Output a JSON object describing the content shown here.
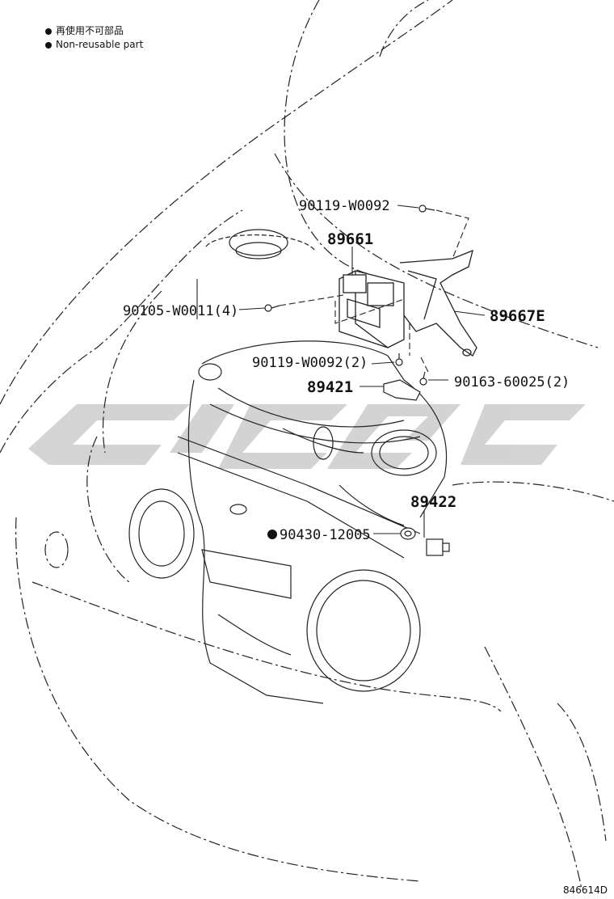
{
  "legend": {
    "non_reusable_cn": "再使用不可部品",
    "non_reusable_en": "Non-reusable part"
  },
  "parts": [
    {
      "id": "p1",
      "label": "90119-W0092"
    },
    {
      "id": "p2",
      "label": "89661"
    },
    {
      "id": "p3",
      "label": "90105-W0011(4)"
    },
    {
      "id": "p4",
      "label": "89667E"
    },
    {
      "id": "p5",
      "label": "90119-W0092(2)"
    },
    {
      "id": "p6",
      "label": "89421"
    },
    {
      "id": "p7",
      "label": "90163-60025(2)"
    },
    {
      "id": "p8",
      "label": "89422"
    },
    {
      "id": "p9",
      "label": "90430-12005",
      "non_reusable": true
    }
  ],
  "diagram_code": "846614D"
}
